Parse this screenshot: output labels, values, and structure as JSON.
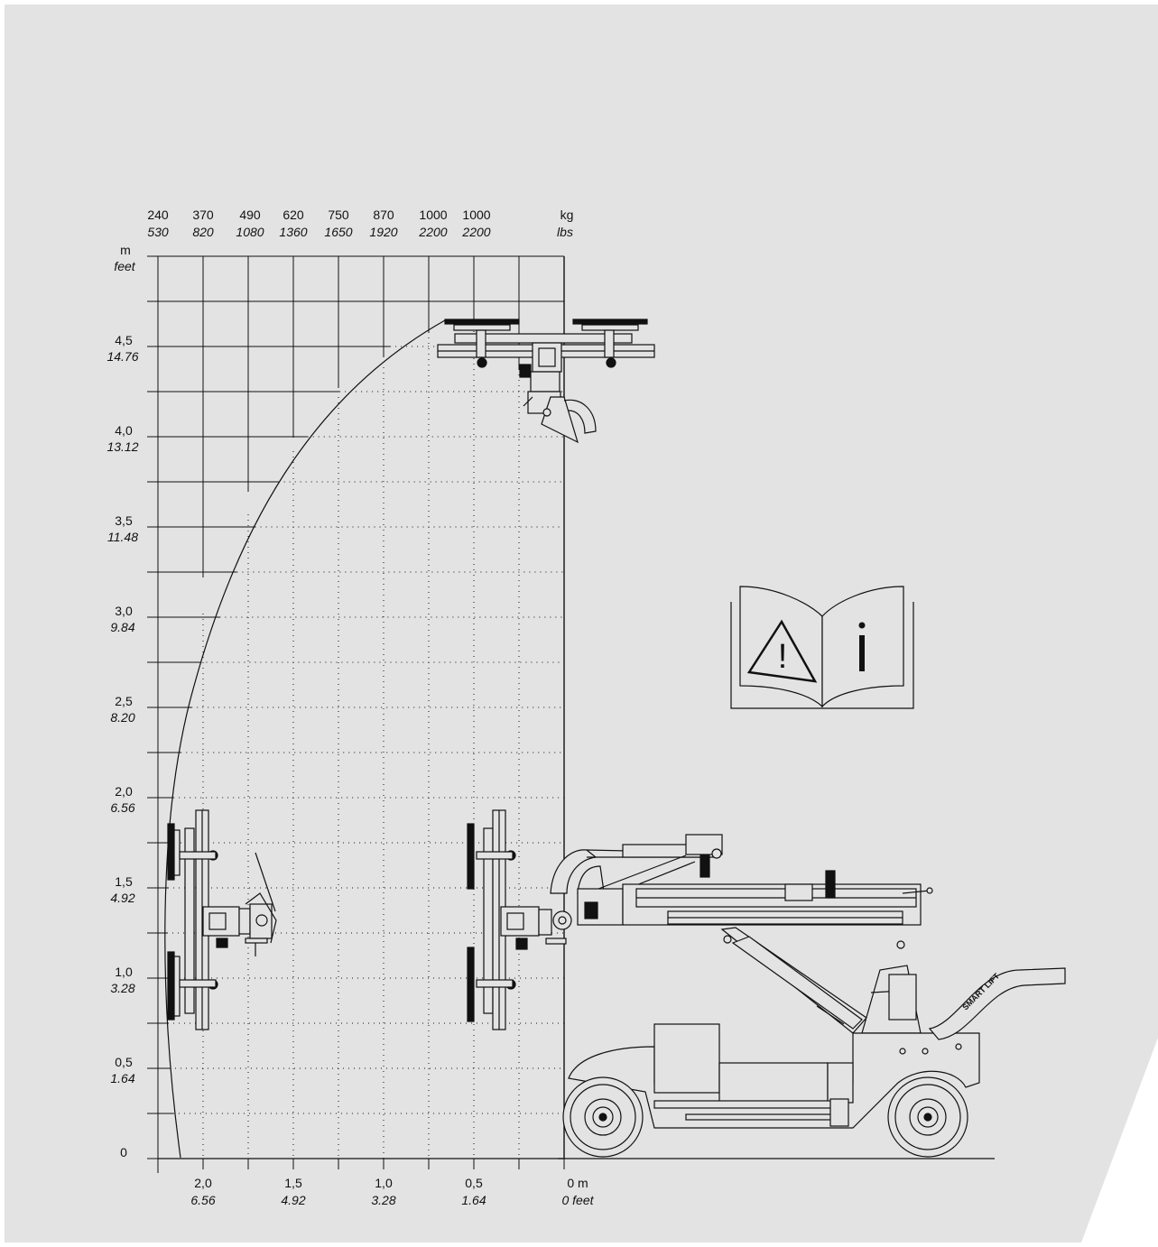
{
  "colors": {
    "background": "#e3e3e3",
    "lines": "#111111"
  },
  "load_axis": {
    "kg_values": [
      "240",
      "370",
      "490",
      "620",
      "750",
      "870",
      "1000",
      "1000"
    ],
    "lbs_values": [
      "530",
      "820",
      "1080",
      "1360",
      "1650",
      "1920",
      "2200",
      "2200"
    ],
    "unit_kg": "kg",
    "unit_lbs": "lbs"
  },
  "height_axis": {
    "unit_m": "m",
    "unit_feet": "feet",
    "ticks": [
      {
        "m": "4,5",
        "ft": "14.76"
      },
      {
        "m": "4,0",
        "ft": "13.12"
      },
      {
        "m": "3,5",
        "ft": "11.48"
      },
      {
        "m": "3,0",
        "ft": "9.84"
      },
      {
        "m": "2,5",
        "ft": "8.20"
      },
      {
        "m": "2,0",
        "ft": "6.56"
      },
      {
        "m": "1,5",
        "ft": "4.92"
      },
      {
        "m": "1,0",
        "ft": "3.28"
      },
      {
        "m": "0,5",
        "ft": "1.64"
      },
      {
        "m": "0",
        "ft": ""
      }
    ]
  },
  "reach_axis": {
    "ticks": [
      {
        "m": "2,0",
        "ft": "6.56"
      },
      {
        "m": "1,5",
        "ft": "4.92"
      },
      {
        "m": "1,0",
        "ft": "3.28"
      },
      {
        "m": "0,5",
        "ft": "1.64"
      },
      {
        "m": "0 m",
        "ft": "0 feet"
      }
    ]
  },
  "icons": [
    "manual-warning-icon",
    "exclamation-triangle-icon",
    "info-icon",
    "glass-lifter-machine-icon"
  ],
  "machine": {
    "handle_text": "SMART LIFT"
  }
}
